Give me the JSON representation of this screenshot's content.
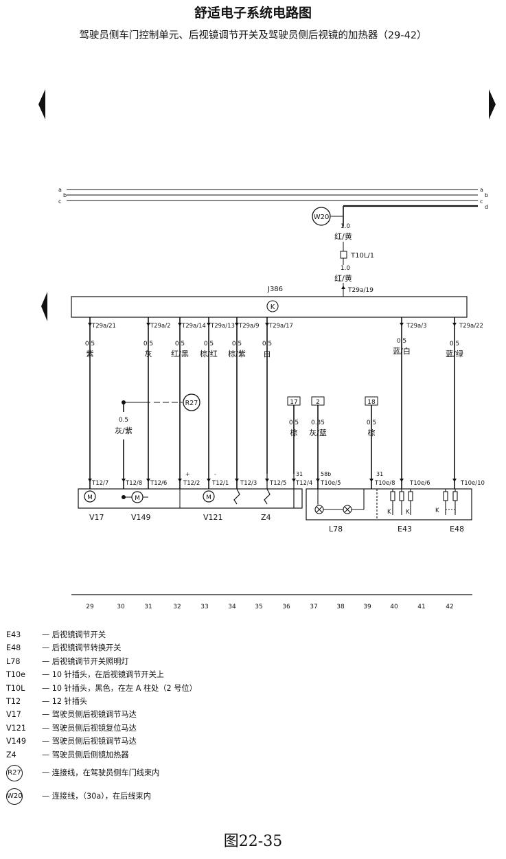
{
  "title": "舒适电子系统电路图",
  "subtitle": "驾驶员侧车门控制单元、后视镜调节开关及驾驶员侧后视镜的加热器（29-42）",
  "figure_label": "图22-35",
  "bus_labels": {
    "a": "a",
    "b": "b",
    "c": "c",
    "d": "d"
  },
  "top_feed": {
    "badge": "W20",
    "wire1_size": "1.0",
    "wire1_color": "红/黄",
    "connector": "T10L/1",
    "wire2_size": "1.0",
    "wire2_color": "红/黄",
    "pin": "T29a/19"
  },
  "control_unit": {
    "name": "J386",
    "symbol": "K"
  },
  "pins": [
    {
      "pin": "T29a/21",
      "size": "0.5",
      "color": "紫"
    },
    {
      "pin": "T29a/2",
      "size": "0.5",
      "color": "灰"
    },
    {
      "pin": "T29a/14",
      "size": "0.5",
      "color": "红/黑"
    },
    {
      "pin": "T29a/13",
      "size": "0.5",
      "color": "棕/红"
    },
    {
      "pin": "T29a/9",
      "size": "0.5",
      "color": "棕/紫"
    },
    {
      "pin": "T29a/17",
      "size": "0.5",
      "color": "白"
    },
    {
      "pin": "T29a/3",
      "size": "0.5",
      "color": "蓝/白"
    },
    {
      "pin": "T29a/22",
      "size": "0.5",
      "color": "蓝/绿"
    }
  ],
  "splice": {
    "badge": "R27",
    "size": "0.5",
    "color": "灰/紫"
  },
  "grounds": [
    {
      "ref": "17",
      "size": "0.5",
      "color": "棕"
    },
    {
      "ref": "2",
      "size": "0.35",
      "color": "灰/蓝"
    },
    {
      "ref": "18",
      "size": "0.5",
      "color": "棕"
    }
  ],
  "lower_connectors": [
    "T12/7",
    "T12/8",
    "T12/6",
    "T12/2",
    "T12/1",
    "T12/3",
    "T12/5",
    "T12/4",
    "T10e/5",
    "T10e/8",
    "T10e/6",
    "T10e/10"
  ],
  "lower_marks": [
    "+",
    "-",
    "31",
    "58b",
    "31"
  ],
  "motor_symbol": "M",
  "switch_symbol": "K",
  "components": [
    "V17",
    "V149",
    "V121",
    "Z4",
    "L78",
    "E43",
    "E48"
  ],
  "column_numbers": [
    "29",
    "30",
    "31",
    "32",
    "33",
    "34",
    "35",
    "36",
    "37",
    "38",
    "39",
    "40",
    "41",
    "42"
  ],
  "legend": [
    {
      "code": "E43",
      "text": "— 后视镜调节开关"
    },
    {
      "code": "E48",
      "text": "— 后视镜调节转换开关"
    },
    {
      "code": "L78",
      "text": "— 后视镜调节开关照明灯"
    },
    {
      "code": "T10e",
      "text": "— 10 针插头，在后视镜调节开关上"
    },
    {
      "code": "T10L",
      "text": "— 10 针插头，黑色，在左 A 柱处（2 号位）"
    },
    {
      "code": "T12",
      "text": "— 12 针插头"
    },
    {
      "code": "V17",
      "text": "— 驾驶员侧后视镜调节马达"
    },
    {
      "code": "V121",
      "text": "— 驾驶员侧后视镜复位马达"
    },
    {
      "code": "V149",
      "text": "— 驾驶员侧后视镜调节马达"
    },
    {
      "code": "Z4",
      "text": "— 驾驶员侧后侧镜加热器"
    }
  ],
  "legend_circles": [
    {
      "code": "R27",
      "text": "— 连接线，在驾驶员侧车门线束内"
    },
    {
      "code": "W20",
      "text": "— 连接线，（30a），在后线束内"
    }
  ]
}
